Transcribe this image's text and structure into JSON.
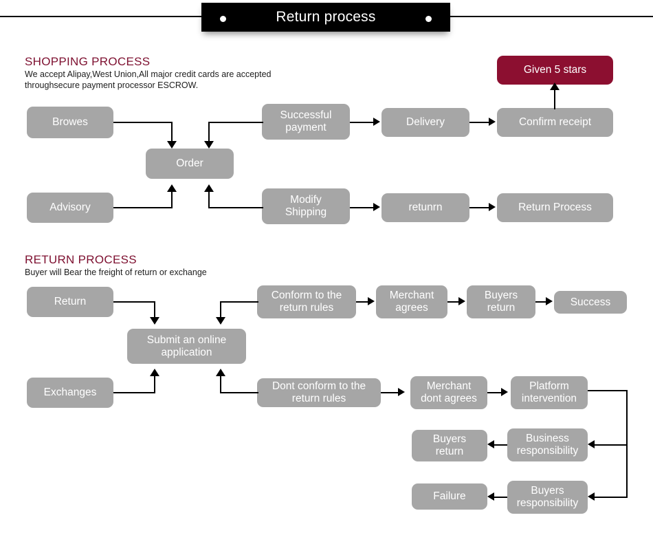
{
  "banner": {
    "title": "Return process",
    "dot_left": "banner-dot-left",
    "dot_right": "banner-dot-right"
  },
  "sections": {
    "shopping": {
      "title": "SHOPPING PROCESS",
      "subtitle": "We accept Alipay,West Union,All major credit cards are accepted\nthroughsecure payment processor ESCROW."
    },
    "returns": {
      "title": "RETURN PROCESS",
      "subtitle": "Buyer will Bear the freight of return or exchange"
    }
  },
  "colors": {
    "node_gray": "#a6a6a6",
    "accent_maroon": "#8c0f30",
    "heading_maroon": "#7d0f2f",
    "banner_black": "#000000",
    "node_text": "#ffffff"
  },
  "shopping_nodes": {
    "browes": "Browes",
    "order": "Order",
    "advisory": "Advisory",
    "successful_payment": "Successful\npayment",
    "modify_shipping": "Modify\nShipping",
    "delivery": "Delivery",
    "returnr": "retunrn",
    "confirm_receipt": "Confirm receipt",
    "return_process": "Return Process",
    "given_5_stars": "Given 5 stars"
  },
  "return_nodes": {
    "return": "Return",
    "exchanges": "Exchanges",
    "submit_application": "Submit an online\napplication",
    "conform_rules": "Conform to the\nreturn rules",
    "dont_conform_rules": "Dont conform to the\nreturn rules",
    "merchant_agrees": "Merchant\nagrees",
    "merchant_dont_agrees": "Merchant\ndont agrees",
    "buyers_return_top": "Buyers\nreturn",
    "success": "Success",
    "platform_intervention": "Platform\nintervention",
    "business_responsibility": "Business\nresponsibility",
    "buyers_return_mid": "Buyers\nreturn",
    "buyers_responsibility": "Buyers\nresponsibility",
    "failure": "Failure"
  }
}
